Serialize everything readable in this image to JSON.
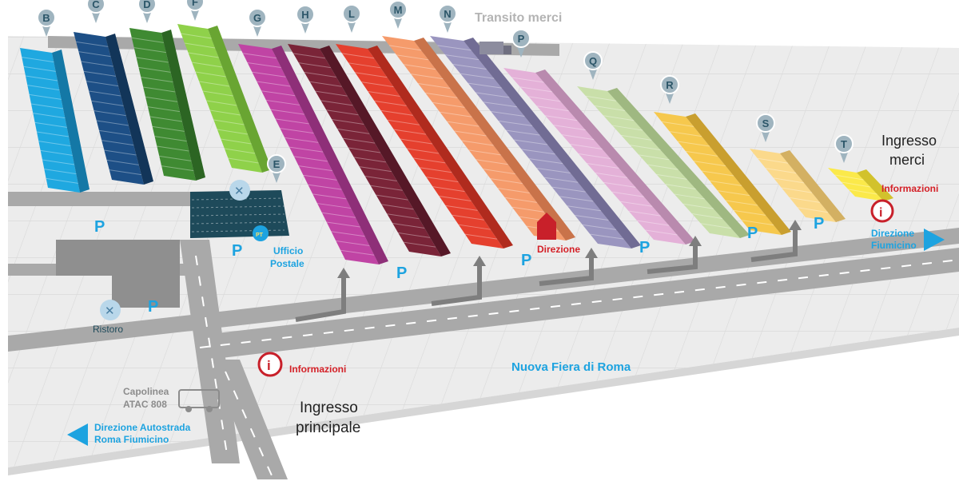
{
  "colors": {
    "ground": "#ececec",
    "grid": "#dcdcdc",
    "road": "#a9a9a9",
    "road_dark": "#8a8a8a",
    "cyan_text": "#1da3e0",
    "red_text": "#d42027",
    "pin": "#9fb4bf",
    "pin_text": "#2b5568"
  },
  "labels": {
    "transito_merci": "Transito merci",
    "ingresso_merci_1": "Ingresso",
    "ingresso_merci_2": "merci",
    "informazioni_right": "Informazioni",
    "direzione_fiumicino_1": "Direzione",
    "direzione_fiumicino_2": "Fiumicino",
    "direzione_building": "Direzione",
    "ristoro_top": "Ristoro",
    "ristoro_bottom": "Ristoro",
    "ufficio_postale_1": "Ufficio",
    "ufficio_postale_2": "Postale",
    "informazioni_main": "Informazioni",
    "nuova_fiera": "Nuova Fiera di Roma",
    "capolinea_1": "Capolinea",
    "capolinea_2": "ATAC 808",
    "ingresso_principale_1": "Ingresso",
    "ingresso_principale_2": "principale",
    "direzione_autostrada_1": "Direzione Autostrada",
    "direzione_autostrada_2": "Roma Fiumicino",
    "parking": "P",
    "pt_badge": "PT",
    "info_icon": "i"
  },
  "pavilions": [
    {
      "letter": "B",
      "color": "#1fa8e0",
      "dark": "#1478a6"
    },
    {
      "letter": "C",
      "color": "#1d4f86",
      "dark": "#123559"
    },
    {
      "letter": "D",
      "color": "#3f8a32",
      "dark": "#2c6523"
    },
    {
      "letter": "F",
      "color": "#8fd14a",
      "dark": "#69a532"
    },
    {
      "letter": "G",
      "color": "#c044a4",
      "dark": "#8e2f78"
    },
    {
      "letter": "H",
      "color": "#7a2438",
      "dark": "#561827"
    },
    {
      "letter": "L",
      "color": "#e5402e",
      "dark": "#b02b1e"
    },
    {
      "letter": "M",
      "color": "#f59b6b",
      "dark": "#c9734a"
    },
    {
      "letter": "N",
      "color": "#9a95bf",
      "dark": "#716c94"
    },
    {
      "letter": "P",
      "color": "#e4b1d8",
      "dark": "#b98aae"
    },
    {
      "letter": "Q",
      "color": "#c9dfa9",
      "dark": "#9fb881"
    },
    {
      "letter": "R",
      "color": "#f6c84d",
      "dark": "#c99f2f"
    },
    {
      "letter": "S",
      "color": "#fbd98b",
      "dark": "#d3b062"
    },
    {
      "letter": "T",
      "color": "#fbe94a",
      "dark": "#d2c22c"
    },
    {
      "letter": "E",
      "color": "#1e4a5a",
      "dark": "#143440"
    }
  ]
}
